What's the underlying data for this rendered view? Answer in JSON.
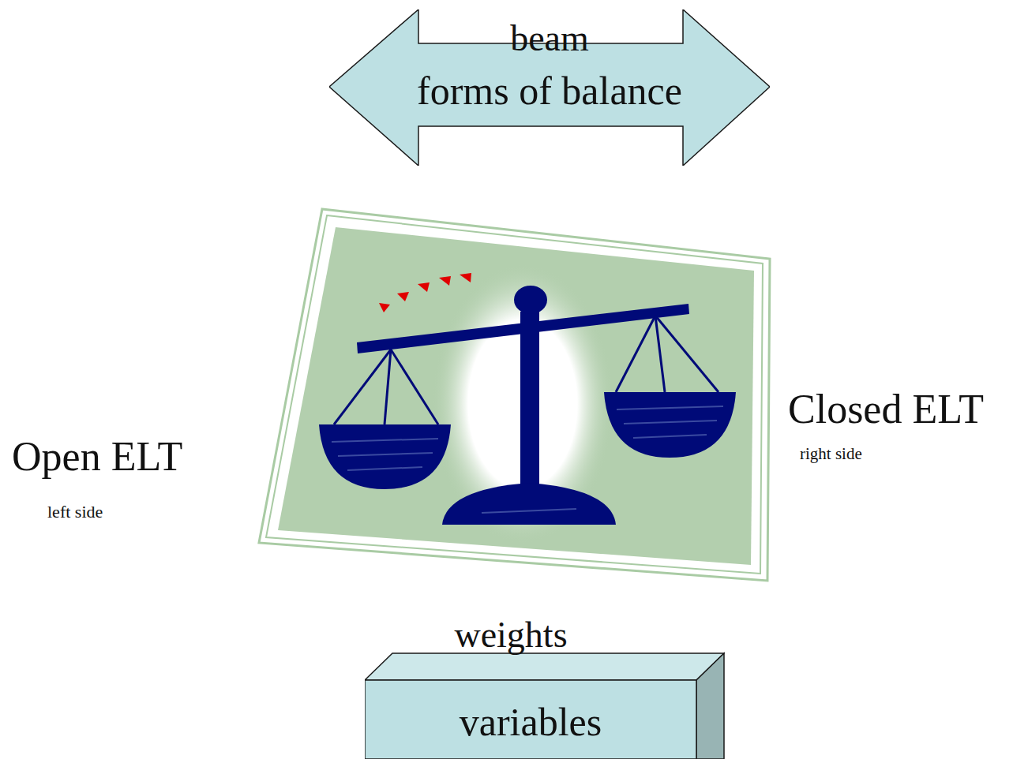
{
  "diagram": {
    "nodes": [
      {
        "text": [
          "beam",
          "forms of balance"
        ]
      },
      {
        "text": [
          "weights",
          "variables"
        ]
      }
    ],
    "labels": [
      "Open ELT",
      "left side",
      "Closed ELT",
      "right side"
    ]
  }
}
